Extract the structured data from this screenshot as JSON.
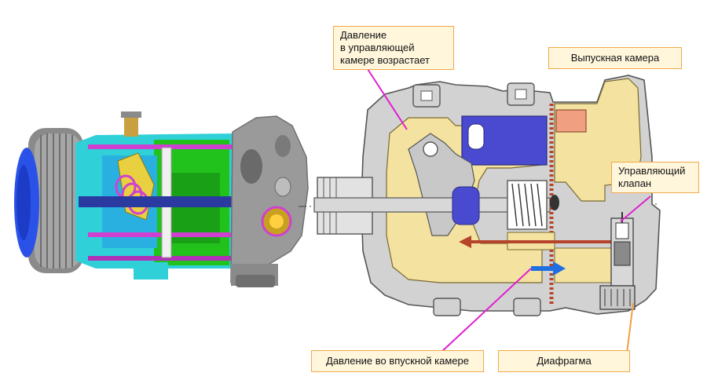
{
  "labels": {
    "control_pressure": [
      "Давление",
      "в управляющей",
      "камере возрастает"
    ],
    "discharge_chamber": "Выпускная камера",
    "control_valve": [
      "Управляющий",
      "клапан"
    ],
    "suction_pressure": "Давление во впускной камере",
    "diaphragm": "Диафрагма"
  },
  "colors": {
    "callout_fill": "#fff6dc",
    "callout_border": "#f2a94a",
    "leader_magenta": "#e020d0",
    "leader_orange": "#f0a040",
    "housing_gray": "#d2d2d2",
    "chamber_yellow": "#f3e2a0",
    "control_chamber_blue": "#4a4ad0",
    "flow_blue": "#1f6fe0",
    "flow_red": "#b5442a",
    "body_green": "#22c21c",
    "body_cyan": "#2fd0d8",
    "pulley_blue": "#2a52e8",
    "swash_yellow": "#e8d040",
    "spring_magenta": "#d040d0"
  }
}
